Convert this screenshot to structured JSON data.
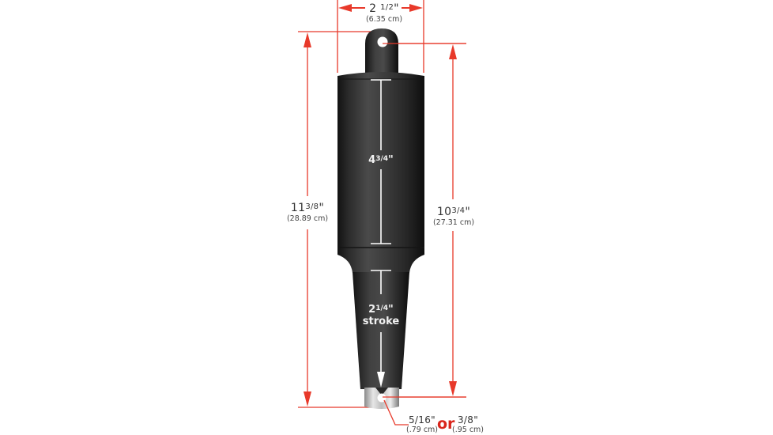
{
  "diagram": {
    "subject": "linear actuator dimension drawing",
    "colors": {
      "dimension_lines": "#e8392a",
      "body_dark": "#1e1e1e",
      "body_mid": "#3a3a3a",
      "inner_markings": "#ffffff",
      "or_text": "#d9261c",
      "label_text": "#333333"
    },
    "dimensions": {
      "width": {
        "value_whole": "2",
        "value_frac": "1/2",
        "unit_mark": "\"",
        "metric": "(6.35 cm)"
      },
      "overall_length": {
        "value_whole": "11",
        "value_frac": "3/8",
        "unit_mark": "\"",
        "metric": "(28.89 cm)"
      },
      "center_to_center": {
        "value_whole": "10",
        "value_frac": "3/4",
        "unit_mark": "\"",
        "metric": "(27.31 cm)"
      },
      "body_length": {
        "value_whole": "4",
        "value_frac": "3/4",
        "unit_mark": "\""
      },
      "stroke": {
        "value_whole": "2",
        "value_frac": "1/4",
        "unit_mark": "\"",
        "caption": "stroke"
      },
      "pin_hole": {
        "option_a": {
          "value": "5/16",
          "unit_mark": "\"",
          "metric": "(.79 cm)"
        },
        "separator": "or",
        "option_b": {
          "value": "3/8",
          "unit_mark": "\"",
          "metric": "(.95 cm)"
        }
      }
    }
  }
}
